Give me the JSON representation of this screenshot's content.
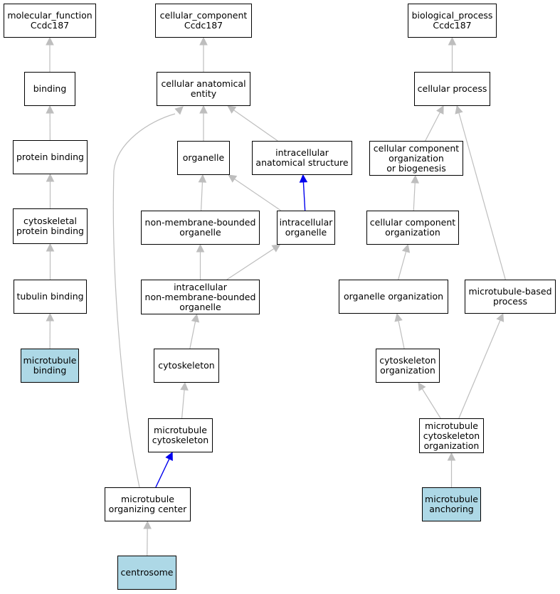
{
  "colors": {
    "edge_default": "#bebebe",
    "edge_highlight": "#0000ee",
    "node_fill": "#ffffff",
    "node_fill_annotated": "#add8e6",
    "node_border": "#000000"
  },
  "nodes": [
    {
      "id": "mf_root",
      "label": "molecular_function\nCcdc187"
    },
    {
      "id": "binding",
      "label": "binding"
    },
    {
      "id": "protein_binding",
      "label": "protein binding"
    },
    {
      "id": "cytoskeletal_protein_binding",
      "label": "cytoskeletal\nprotein binding"
    },
    {
      "id": "tubulin_binding",
      "label": "tubulin binding"
    },
    {
      "id": "microtubule_binding",
      "label": "microtubule\nbinding",
      "annotated": true
    },
    {
      "id": "cc_root",
      "label": "cellular_component\nCcdc187"
    },
    {
      "id": "cellular_anatomical_entity",
      "label": "cellular anatomical\nentity"
    },
    {
      "id": "organelle",
      "label": "organelle"
    },
    {
      "id": "intracellular_anatomical_structure",
      "label": "intracellular\nanatomical structure"
    },
    {
      "id": "non_membrane_bounded_organelle",
      "label": "non-membrane-bounded\norganelle"
    },
    {
      "id": "intracellular_organelle",
      "label": "intracellular\norganelle"
    },
    {
      "id": "intracellular_nmb_organelle",
      "label": "intracellular\nnon-membrane-bounded\norganelle"
    },
    {
      "id": "cytoskeleton",
      "label": "cytoskeleton"
    },
    {
      "id": "microtubule_cytoskeleton",
      "label": "microtubule\ncytoskeleton"
    },
    {
      "id": "mtoc",
      "label": "microtubule\norganizing center"
    },
    {
      "id": "centrosome",
      "label": "centrosome",
      "annotated": true
    },
    {
      "id": "bp_root",
      "label": "biological_process\nCcdc187"
    },
    {
      "id": "cellular_process",
      "label": "cellular process"
    },
    {
      "id": "ccob",
      "label": "cellular component\norganization\nor biogenesis"
    },
    {
      "id": "cco",
      "label": "cellular component\norganization"
    },
    {
      "id": "organelle_organization",
      "label": "organelle organization"
    },
    {
      "id": "mt_based_process",
      "label": "microtubule-based\nprocess"
    },
    {
      "id": "cytoskeleton_organization",
      "label": "cytoskeleton\norganization"
    },
    {
      "id": "mt_cytoskeleton_organization",
      "label": "microtubule\ncytoskeleton\norganization"
    },
    {
      "id": "microtubule_anchoring",
      "label": "microtubule\nanchoring",
      "annotated": true
    }
  ],
  "edges": [
    {
      "from": "binding",
      "to": "mf_root"
    },
    {
      "from": "protein_binding",
      "to": "binding"
    },
    {
      "from": "cytoskeletal_protein_binding",
      "to": "protein_binding"
    },
    {
      "from": "tubulin_binding",
      "to": "cytoskeletal_protein_binding"
    },
    {
      "from": "microtubule_binding",
      "to": "tubulin_binding"
    },
    {
      "from": "cellular_anatomical_entity",
      "to": "cc_root"
    },
    {
      "from": "organelle",
      "to": "cellular_anatomical_entity"
    },
    {
      "from": "intracellular_anatomical_structure",
      "to": "cellular_anatomical_entity"
    },
    {
      "from": "non_membrane_bounded_organelle",
      "to": "organelle"
    },
    {
      "from": "intracellular_organelle",
      "to": "organelle"
    },
    {
      "from": "intracellular_organelle",
      "to": "intracellular_anatomical_structure",
      "highlight": true
    },
    {
      "from": "intracellular_nmb_organelle",
      "to": "non_membrane_bounded_organelle"
    },
    {
      "from": "intracellular_nmb_organelle",
      "to": "intracellular_organelle"
    },
    {
      "from": "cytoskeleton",
      "to": "intracellular_nmb_organelle"
    },
    {
      "from": "microtubule_cytoskeleton",
      "to": "cytoskeleton"
    },
    {
      "from": "mtoc",
      "to": "microtubule_cytoskeleton",
      "highlight": true
    },
    {
      "from": "mtoc",
      "to": "cellular_anatomical_entity"
    },
    {
      "from": "centrosome",
      "to": "mtoc"
    },
    {
      "from": "cellular_process",
      "to": "bp_root"
    },
    {
      "from": "ccob",
      "to": "cellular_process"
    },
    {
      "from": "cco",
      "to": "ccob"
    },
    {
      "from": "organelle_organization",
      "to": "cco"
    },
    {
      "from": "mt_based_process",
      "to": "cellular_process"
    },
    {
      "from": "cytoskeleton_organization",
      "to": "organelle_organization"
    },
    {
      "from": "mt_cytoskeleton_organization",
      "to": "cytoskeleton_organization"
    },
    {
      "from": "mt_cytoskeleton_organization",
      "to": "mt_based_process"
    },
    {
      "from": "microtubule_anchoring",
      "to": "mt_cytoskeleton_organization"
    }
  ]
}
